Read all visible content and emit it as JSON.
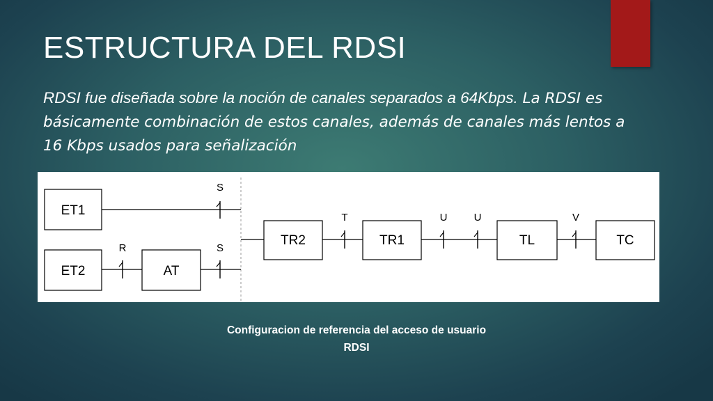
{
  "slide": {
    "title": "ESTRUCTURA DEL RDSI",
    "body_lead": "RDSI fue diseñada sobre la noción de canales separados a 64Kbps.",
    "body_rest": " La RDSI es básicamente combinación de estos canales, además de canales más lentos a 16 Kbps usados para señalización",
    "caption_line1": "Configuracion de referencia del acceso de usuario",
    "caption_line2": "RDSI",
    "accent_color": "#a31919"
  },
  "diagram": {
    "boxes": {
      "et1": "ET1",
      "et2": "ET2",
      "at": "AT",
      "tr2": "TR2",
      "tr1": "TR1",
      "tl": "TL",
      "tc": "TC"
    },
    "points": {
      "s_top": "S",
      "r": "R",
      "s_bottom": "S",
      "t": "T",
      "u1": "U",
      "u2": "U",
      "v": "V"
    }
  }
}
